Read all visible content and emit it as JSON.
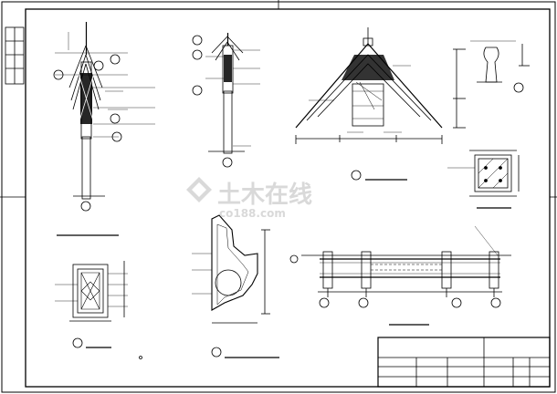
{
  "watermark": {
    "title": "土木在线",
    "url": "co188.com"
  },
  "colors": {
    "line": "#000000",
    "paper": "#ffffff",
    "watermark": "#d9d9d9"
  },
  "drawing": {
    "view_count": 8,
    "title_block_rows": 4
  }
}
